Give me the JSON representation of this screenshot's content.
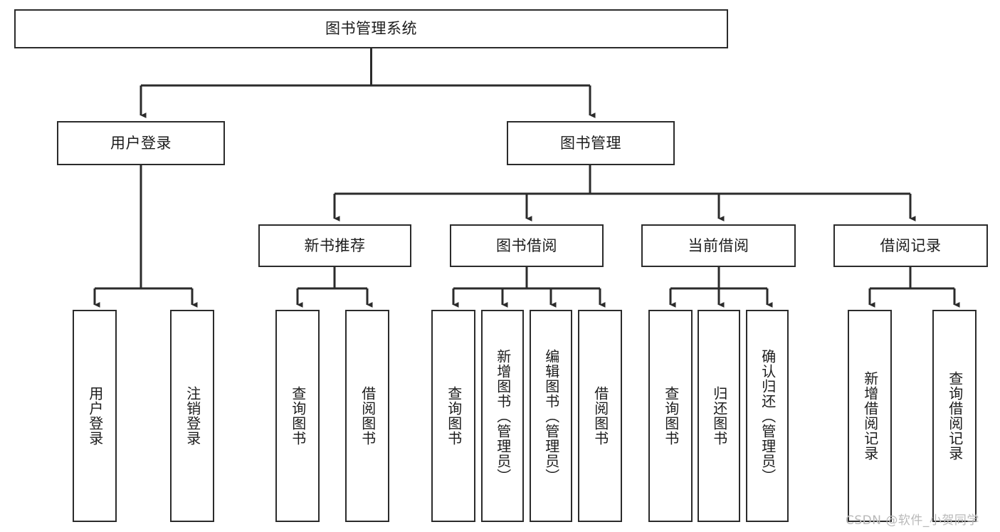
{
  "diagram": {
    "title": "图书管理系统",
    "type": "hierarchy-tree",
    "root": {
      "id": "root",
      "label": "图书管理系统"
    },
    "level2": [
      {
        "id": "user-login",
        "label": "用户登录"
      },
      {
        "id": "book-manage",
        "label": "图书管理"
      }
    ],
    "level3": [
      {
        "id": "new-book-rec",
        "label": "新书推荐"
      },
      {
        "id": "book-borrow",
        "label": "图书借阅"
      },
      {
        "id": "current-borrow",
        "label": "当前借阅"
      },
      {
        "id": "borrow-record",
        "label": "借阅记录"
      }
    ],
    "leaves": {
      "user-login": [
        {
          "id": "leaf-user-login",
          "label": "用户登录"
        },
        {
          "id": "leaf-logout-login",
          "label": "注销登录"
        }
      ],
      "new-book-rec": [
        {
          "id": "leaf-query-book-1",
          "label": "查询图书"
        },
        {
          "id": "leaf-borrow-book-1",
          "label": "借阅图书"
        }
      ],
      "book-borrow": [
        {
          "id": "leaf-query-book-2",
          "label": "查询图书"
        },
        {
          "id": "leaf-add-book",
          "label": "新增图书（管理员）"
        },
        {
          "id": "leaf-edit-book",
          "label": "编辑图书（管理员）"
        },
        {
          "id": "leaf-borrow-book-2",
          "label": "借阅图书"
        }
      ],
      "current-borrow": [
        {
          "id": "leaf-query-book-3",
          "label": "查询图书"
        },
        {
          "id": "leaf-return-book",
          "label": "归还图书"
        },
        {
          "id": "leaf-confirm-return",
          "label": "确认归还（管理员）"
        }
      ],
      "borrow-record": [
        {
          "id": "leaf-add-record",
          "label": "新增借阅记录"
        },
        {
          "id": "leaf-query-record",
          "label": "查询借阅记录"
        }
      ]
    }
  },
  "watermark": {
    "text": "CSDN @软件_小贺同学"
  },
  "colors": {
    "stroke": "#2b2b2b",
    "fill": "#ffffff",
    "text": "#1c1c1c",
    "watermark": "#b9b9b9"
  }
}
